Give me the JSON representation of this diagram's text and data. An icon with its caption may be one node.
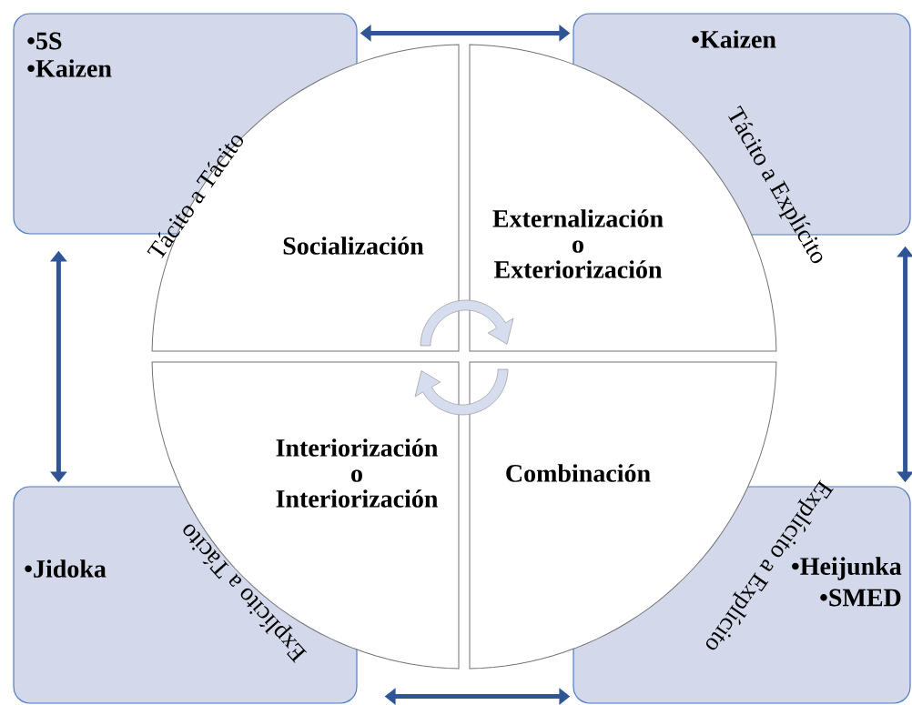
{
  "diagram": {
    "nodes": [
      {
        "text": [
          "•5S",
          "•Kaizen"
        ]
      },
      {
        "text": [
          "•Kaizen"
        ]
      },
      {
        "text": [
          "•Jidoka"
        ]
      },
      {
        "text": [
          "•Heijunka",
          "•SMED"
        ]
      },
      {
        "text": [
          "Socialización"
        ],
        "beside": [
          "Tácito a Tácito"
        ]
      },
      {
        "text": [
          "Externalización o Exteriorización"
        ],
        "beside": [
          "Tácito a Explícito"
        ]
      },
      {
        "text": [
          "Interiorización o Interiorización"
        ],
        "beside": [
          "Explícito a Tácito"
        ]
      },
      {
        "text": [
          "Combinación"
        ],
        "beside": [
          "Explícito a Explícito"
        ]
      }
    ],
    "edges": [
      {
        "from": 0,
        "to": 1,
        "arrow": "both"
      },
      {
        "from": 0,
        "to": 2,
        "arrow": "both"
      },
      {
        "from": 1,
        "to": 3,
        "arrow": "both"
      },
      {
        "from": 2,
        "to": 3,
        "arrow": "both"
      }
    ]
  }
}
